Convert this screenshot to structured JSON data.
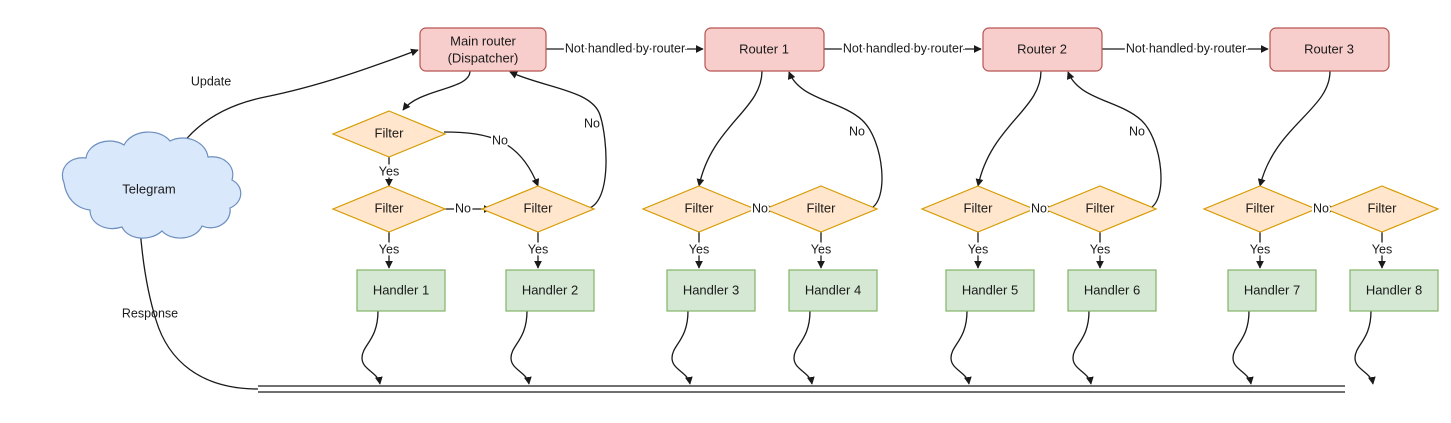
{
  "diagram": {
    "title": "Telegram bot update routing flow",
    "colors": {
      "router_fill": "#f8cecc",
      "router_stroke": "#b85450",
      "filter_fill": "#ffe6cc",
      "filter_stroke": "#d79b00",
      "handler_fill": "#d5e8d4",
      "handler_stroke": "#82b366",
      "cloud_fill": "#dae8fc",
      "cloud_stroke": "#6c8ebf",
      "edge": "#1a1a1a",
      "background": "#ffffff"
    },
    "source": {
      "name": "telegram-cloud",
      "label": "Telegram"
    },
    "routers": [
      {
        "name": "main-router",
        "line1": "Main router",
        "line2": "(Dispatcher)"
      },
      {
        "name": "router-1",
        "line1": "Router 1",
        "line2": ""
      },
      {
        "name": "router-2",
        "line1": "Router 2",
        "line2": ""
      },
      {
        "name": "router-3",
        "line1": "Router 3",
        "line2": ""
      }
    ],
    "filters": [
      {
        "name": "filter-a1",
        "label": "Filter"
      },
      {
        "name": "filter-a2",
        "label": "Filter"
      },
      {
        "name": "filter-a3",
        "label": "Filter"
      },
      {
        "name": "filter-b1",
        "label": "Filter"
      },
      {
        "name": "filter-b2",
        "label": "Filter"
      },
      {
        "name": "filter-c1",
        "label": "Filter"
      },
      {
        "name": "filter-c2",
        "label": "Filter"
      },
      {
        "name": "filter-d1",
        "label": "Filter"
      },
      {
        "name": "filter-d2",
        "label": "Filter"
      }
    ],
    "handlers": [
      {
        "name": "handler-1",
        "label": "Handler 1"
      },
      {
        "name": "handler-2",
        "label": "Handler 2"
      },
      {
        "name": "handler-3",
        "label": "Handler 3"
      },
      {
        "name": "handler-4",
        "label": "Handler 4"
      },
      {
        "name": "handler-5",
        "label": "Handler 5"
      },
      {
        "name": "handler-6",
        "label": "Handler 6"
      },
      {
        "name": "handler-7",
        "label": "Handler 7"
      },
      {
        "name": "handler-8",
        "label": "Handler 8"
      }
    ],
    "edge_labels": {
      "update": "Update",
      "response": "Response",
      "not_handled_1": "Not handled by router",
      "not_handled_2": "Not handled by router",
      "not_handled_3": "Not handled by router",
      "yes": "Yes",
      "no": "No"
    }
  }
}
